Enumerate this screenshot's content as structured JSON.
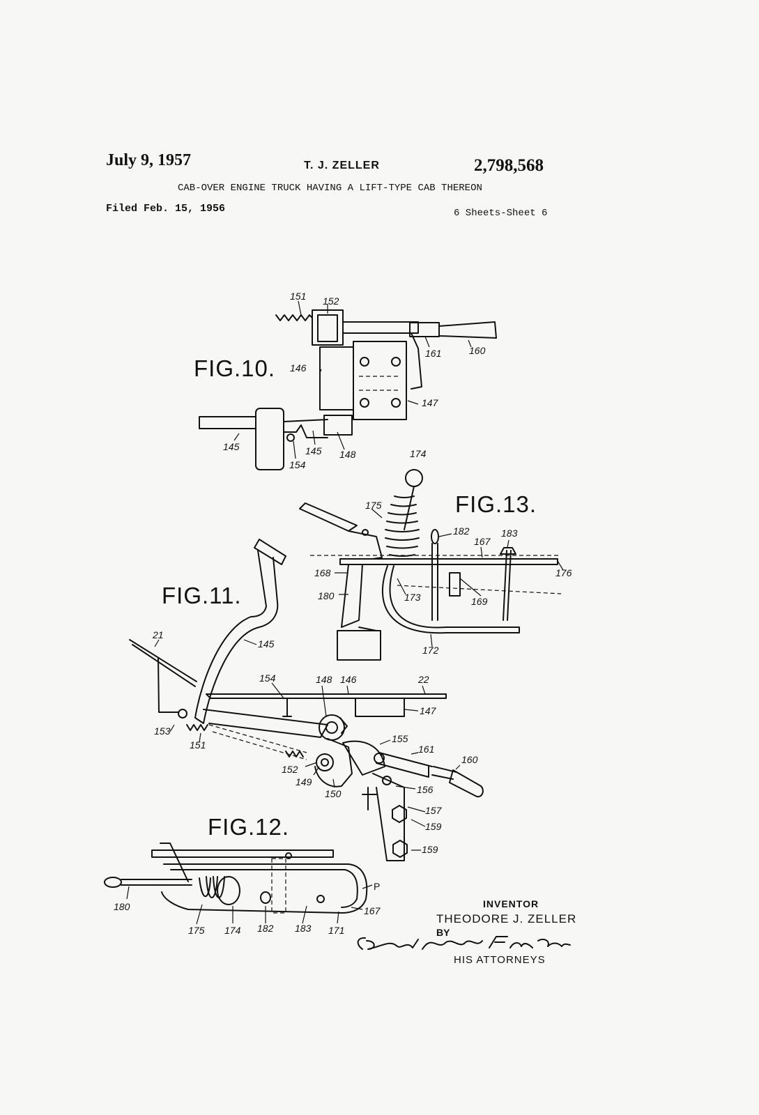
{
  "header": {
    "date": "July 9, 1957",
    "inventor_short": "T. J. ZELLER",
    "patent_number": "2,798,568",
    "title": "CAB-OVER ENGINE TRUCK HAVING A LIFT-TYPE CAB THEREON",
    "filed": "Filed Feb. 15, 1956",
    "sheets": "6 Sheets-Sheet 6"
  },
  "figures": {
    "fig10": {
      "label": "FIG.10.",
      "refs": {
        "r151": "151",
        "r152": "152",
        "r161": "161",
        "r160": "160",
        "r146": "146",
        "r147": "147",
        "r145a": "145",
        "r145b": "145",
        "r154": "154",
        "r148": "148"
      }
    },
    "fig11": {
      "label": "FIG.11.",
      "refs": {
        "r145": "145",
        "r21": "21",
        "r154": "154",
        "r148": "148",
        "r146": "146",
        "r22": "22",
        "r147": "147",
        "r153": "153",
        "r151": "151",
        "r155": "155",
        "r161": "161",
        "r160": "160",
        "r152": "152",
        "r149": "149",
        "r150": "150",
        "r156": "156",
        "r157": "157",
        "r159a": "159",
        "r159b": "159"
      }
    },
    "fig12": {
      "label": "FIG.12.",
      "refs": {
        "rP": "P",
        "r180": "180",
        "r167": "167",
        "r175": "175",
        "r174": "174",
        "r182": "182",
        "r183": "183",
        "r171": "171"
      }
    },
    "fig13": {
      "label": "FIG.13.",
      "refs": {
        "r174": "174",
        "r175": "175",
        "r182": "182",
        "r183": "183",
        "r167": "167",
        "r168": "168",
        "r176": "176",
        "r180": "180",
        "r173": "173",
        "r169": "169",
        "r172": "172"
      }
    }
  },
  "inventor_block": {
    "label": "INVENTOR",
    "name": "THEODORE J. ZELLER",
    "by": "BY",
    "signature": "Campbell, Brumbaugh, Free & Graves",
    "attorneys": "HIS ATTORNEYS"
  }
}
